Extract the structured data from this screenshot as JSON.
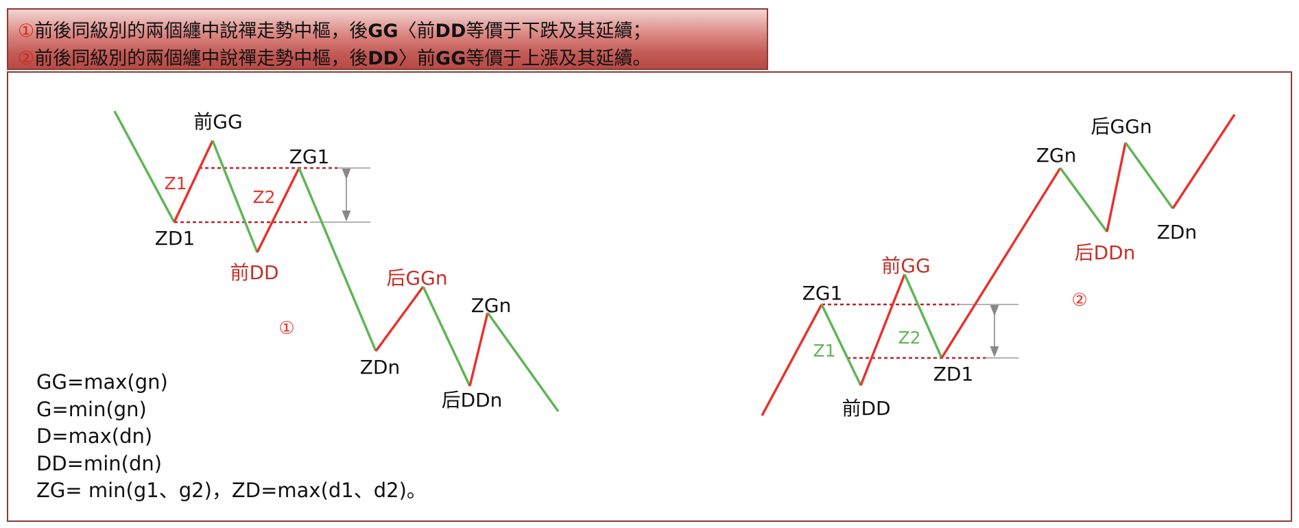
{
  "banner": {
    "line1": {
      "num": "①",
      "a": "前後同級別的兩個纏中說禪走勢中樞，後",
      "b1": "GG",
      "c": "〈前",
      "b2": "DD",
      "d": "等價于下跌及其延續；"
    },
    "line2": {
      "num": "②",
      "a": "前後同級別的兩個纏中說禪走勢中樞，後",
      "b1": "DD",
      "c": "〉前",
      "b2": "GG",
      "d": "等價于上漲及其延續。"
    }
  },
  "colors": {
    "up": "#e8322c",
    "down": "#5db654",
    "dashed": "#c0202a",
    "label_red": "#c53027",
    "border": "#8b3a34"
  },
  "diagram1": {
    "marker": "①",
    "labels": {
      "qian_gg": "前GG",
      "z1": "Z1",
      "z2": "Z2",
      "zg1": "ZG1",
      "zd1": "ZD1",
      "qian_dd": "前DD",
      "hou_ggn": "后GGn",
      "zgn": "ZGn",
      "zdn": "ZDn",
      "hou_ddn": "后DDn"
    }
  },
  "diagram2": {
    "marker": "②",
    "labels": {
      "zg1": "ZG1",
      "z1": "Z1",
      "qian_gg": "前GG",
      "z2": "Z2",
      "qian_dd": "前DD",
      "zd1": "ZD1",
      "zgn": "ZGn",
      "hou_ggn": "后GGn",
      "hou_ddn": "后DDn",
      "zdn": "ZDn"
    }
  },
  "formulas": [
    "GG=max(gn)",
    "G=min(gn)",
    "D=max(dn)",
    "DD=min(dn)",
    "ZG= min(g1、g2)，ZD=max(d1、d2)。"
  ]
}
